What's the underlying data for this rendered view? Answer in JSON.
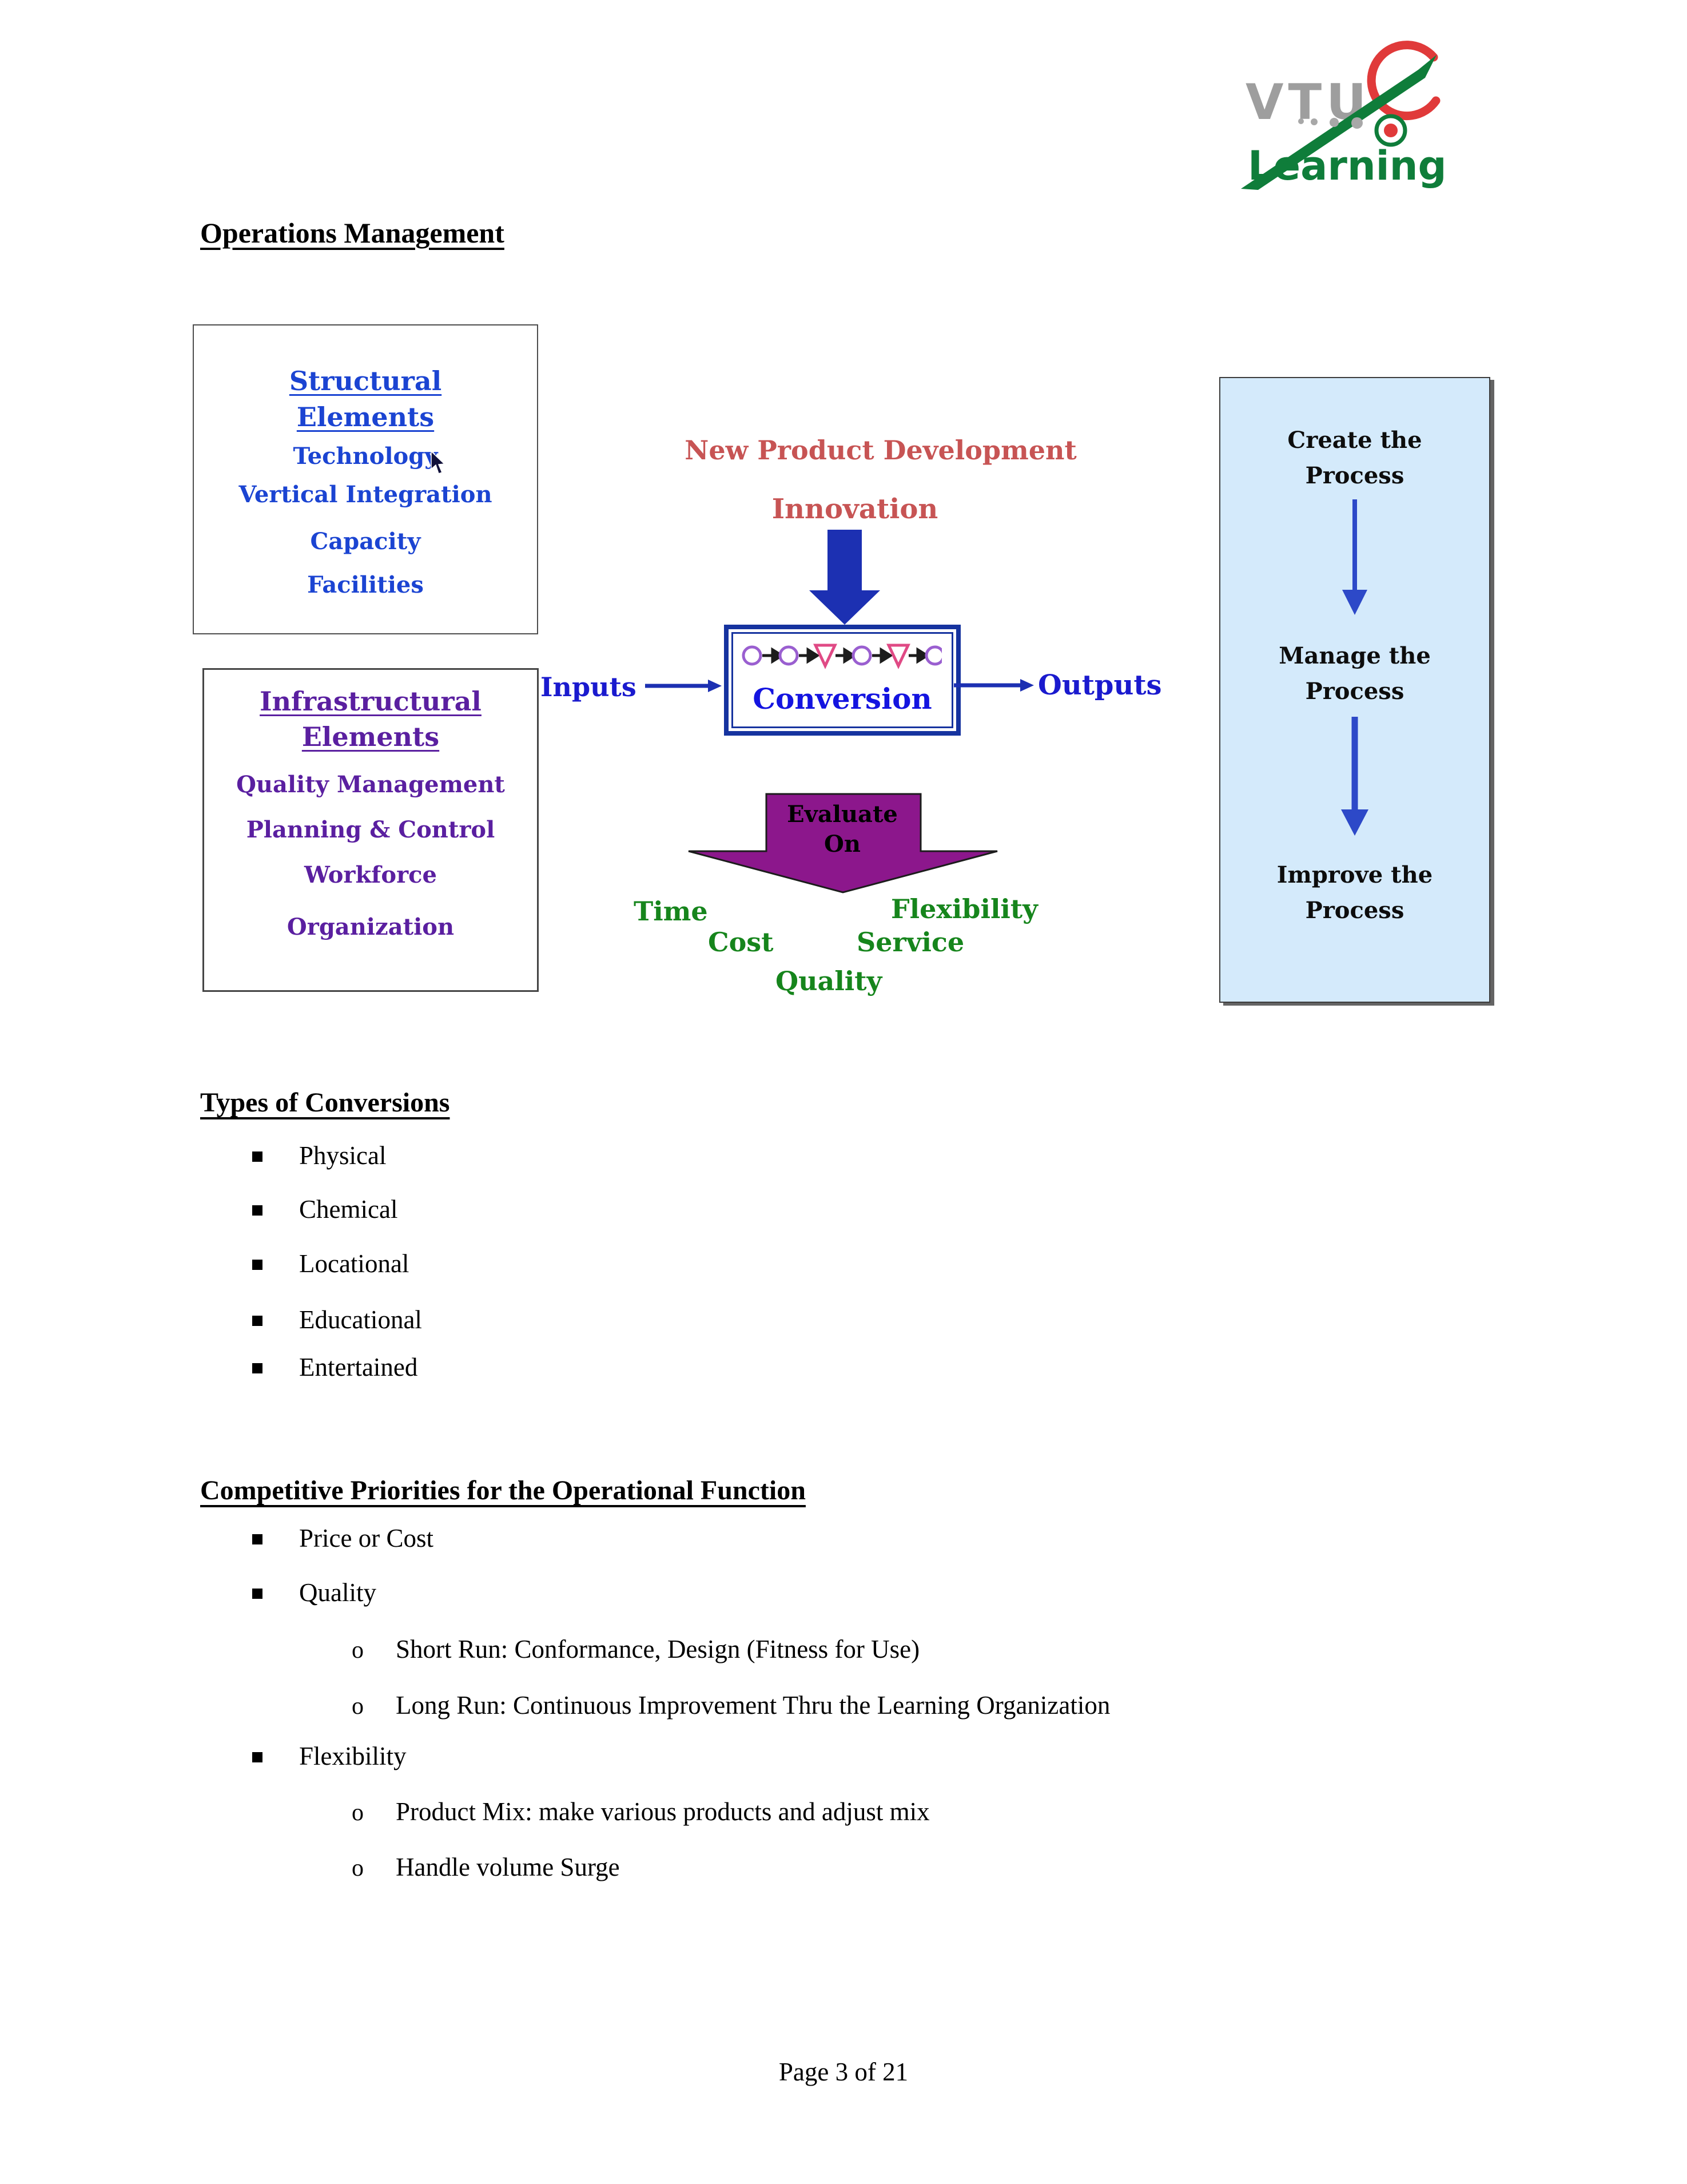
{
  "logo": {
    "vtu": "VTU",
    "learning": "Learning"
  },
  "title": "Operations Management",
  "diagram": {
    "structural": {
      "heading1": "Structural",
      "heading2": "Elements",
      "items": [
        "Technology",
        "Vertical Integration",
        "Capacity",
        "Facilities"
      ]
    },
    "infrastructural": {
      "heading1": "Infrastructural",
      "heading2": "Elements",
      "items": [
        "Quality Management",
        "Planning & Control",
        "Workforce",
        "Organization"
      ]
    },
    "new_product_development": "New Product Development",
    "innovation": "Innovation",
    "inputs": "Inputs",
    "outputs": "Outputs",
    "conversion": "Conversion",
    "evaluate_line1": "Evaluate",
    "evaluate_line2": "On",
    "criteria": {
      "time": "Time",
      "cost": "Cost",
      "quality": "Quality",
      "service": "Service",
      "flexibility": "Flexibility"
    },
    "process_steps": [
      "Create the Process",
      "Manage the Process",
      "Improve the Process"
    ],
    "flow_symbols": [
      "circle",
      "circle",
      "triangle",
      "circle",
      "triangle",
      "circle"
    ]
  },
  "sections": {
    "types": {
      "heading": "Types of Conversions",
      "items": [
        "Physical",
        "Chemical",
        "Locational",
        "Educational",
        "Entertained"
      ]
    },
    "competitive": {
      "heading": "Competitive Priorities for the Operational Function",
      "item_price": "Price or Cost",
      "item_quality": "Quality",
      "item_flexibility": "Flexibility",
      "quality_subs": [
        "Short Run: Conformance, Design (Fitness for Use)",
        "Long Run: Continuous Improvement Thru the Learning Organization"
      ],
      "flexibility_subs": [
        "Product Mix: make various products and adjust mix",
        "Handle volume Surge"
      ]
    }
  },
  "footer": {
    "page": "Page 3 of 21"
  },
  "colors": {
    "structural_text": "#1b44d2",
    "infrastructural_text": "#5a1fa0",
    "red_label": "#c75454",
    "blue_label": "#1a1ace",
    "conversion_text": "#1414e0",
    "green_label": "#16851c",
    "purple_arrow": "#8c178c",
    "blue_arrow": "#1c30b2",
    "process_box_bg": "#d4eafb",
    "logo_green": "#0f7d3a",
    "logo_red": "#e03a3a",
    "logo_gray": "#9e9e9e"
  }
}
